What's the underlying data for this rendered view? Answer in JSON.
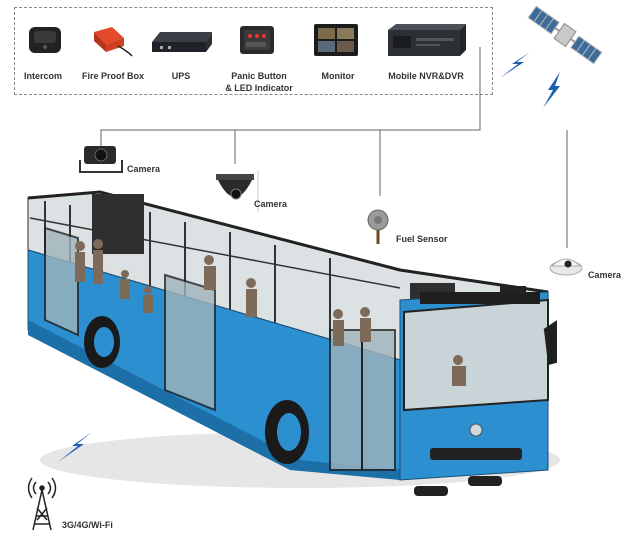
{
  "devices": [
    {
      "id": "intercom",
      "label": "Intercom",
      "icon": "intercom-icon"
    },
    {
      "id": "fire-proof-box",
      "label": "Fire Proof Box",
      "icon": "fire-proof-box-icon"
    },
    {
      "id": "ups",
      "label": "UPS",
      "icon": "ups-icon"
    },
    {
      "id": "panic-button",
      "label": "Panic Button\n& LED Indicator",
      "icon": "panic-button-icon"
    },
    {
      "id": "monitor",
      "label": "Monitor",
      "icon": "monitor-icon"
    },
    {
      "id": "mobile-nvr",
      "label": "Mobile NVR&DVR",
      "icon": "mobile-nvr-icon"
    }
  ],
  "peripherals": {
    "camera_front": "Camera",
    "camera_dome": "Camera",
    "fuel_sensor": "Fuel Sensor",
    "camera_rear": "Camera"
  },
  "network": {
    "label": "3G/4G/Wi-Fi"
  },
  "colors": {
    "bus_body": "#2b8fd0",
    "bus_dark": "#1d6fa8",
    "line": "#666666",
    "lightning": "#1f5fb3"
  }
}
